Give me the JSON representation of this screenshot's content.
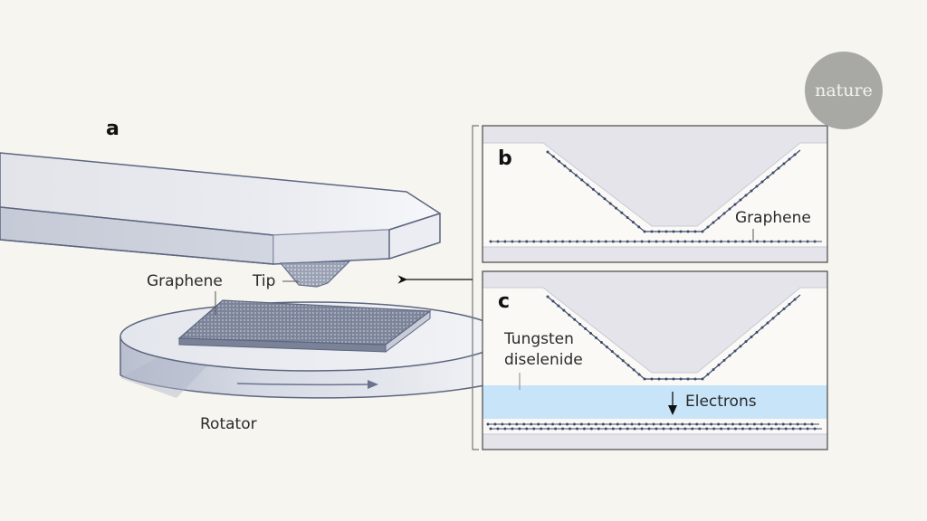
{
  "logo": {
    "text": "nature"
  },
  "panels": {
    "a": {
      "label": "a",
      "labels": {
        "graphene": "Graphene",
        "tip": "Tip",
        "rotator": "Rotator"
      }
    },
    "b": {
      "label": "b",
      "labels": {
        "graphene": "Graphene"
      }
    },
    "c": {
      "label": "c",
      "labels": {
        "tungsten_line1": "Tungsten",
        "tungsten_line2": "diselenide",
        "electrons": "Electrons"
      }
    }
  },
  "colors": {
    "background": "#f6f5ef",
    "panel_fill": "#faf9f5",
    "tip_gray": "#e4e4ea",
    "outline": "#5c6680",
    "atoms": "#3d4a6b",
    "electron_band": "#c8e4f8",
    "logo_circle": "#a8a8a4"
  }
}
